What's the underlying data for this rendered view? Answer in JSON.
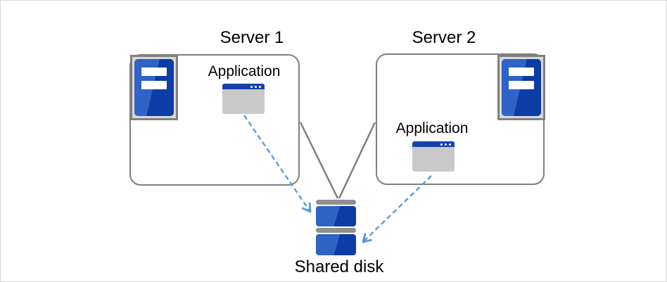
{
  "diagram": {
    "server1": {
      "title": "Server 1",
      "app_label": "Application",
      "icon": "server-icon",
      "app_icon": "application-window-icon"
    },
    "server2": {
      "title": "Server 2",
      "app_label": "Application",
      "icon": "server-icon",
      "app_icon": "application-window-icon"
    },
    "shared_disk": {
      "label": "Shared disk",
      "icon": "shared-disk-icon"
    },
    "connections": [
      {
        "from": "server1",
        "to": "shared-disk",
        "style": "solid-gray-line"
      },
      {
        "from": "server2",
        "to": "shared-disk",
        "style": "solid-gray-line"
      },
      {
        "from": "server1-application",
        "to": "shared-disk",
        "style": "dashed-blue-arrow"
      },
      {
        "from": "server2-application",
        "to": "shared-disk",
        "style": "dashed-blue-arrow"
      }
    ],
    "colors": {
      "box_border": "#7f7f7f",
      "connector_gray": "#7f7f7f",
      "arrow_blue": "#5b9bd5",
      "server_blue_light": "#2f63c6",
      "server_blue_dark": "#0d3ca6",
      "titlebar_blue": "#1542a8",
      "window_body_gray": "#c9c9c9",
      "icon_frame_fill": "#d9d9d9",
      "icon_frame_border": "#808080",
      "disk_bar_gray": "#8f8f8f",
      "canvas_border": "#d4d4d4",
      "text_color": "#000000"
    }
  }
}
